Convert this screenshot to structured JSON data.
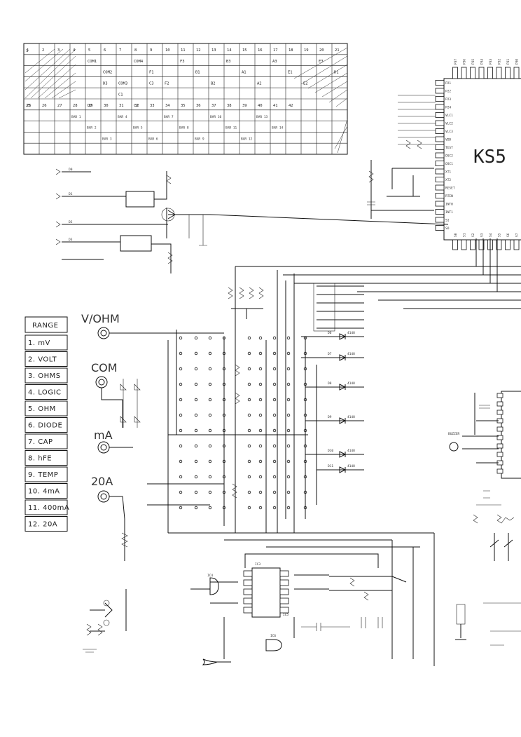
{
  "sheet": {
    "lcd_table": {
      "row1": [
        "1",
        "2",
        "3",
        "4",
        "5",
        "6",
        "7",
        "8",
        "9",
        "10",
        "11",
        "12",
        "13",
        "14",
        "15",
        "16",
        "17",
        "18",
        "19",
        "20",
        "21"
      ],
      "row2": [
        "25",
        "26",
        "27",
        "28",
        "29",
        "30",
        "31",
        "32",
        "33",
        "34",
        "35",
        "36",
        "37",
        "38",
        "39",
        "40",
        "41",
        "42"
      ],
      "cells_mid": [
        "COM1",
        "COM2",
        "COM3",
        "COM4",
        "F1",
        "F2",
        "F3",
        "B1",
        "B2",
        "B3",
        "A1",
        "A2",
        "A3",
        "E1",
        "E2",
        "E3",
        "D1",
        "D2",
        "D3",
        "C1",
        "C2",
        "C3"
      ],
      "cells_low": [
        "BAR 1",
        "BAR 2",
        "BAR 3",
        "BAR 4",
        "BAR 5",
        "BAR 6",
        "BAR 7",
        "BAR 8",
        "BAR 9",
        "BAR 10",
        "BAR 11",
        "BAR 12",
        "BAR 13",
        "BAR 14"
      ]
    },
    "chip_label": "KS5",
    "chip_left_pins": [
      "P21",
      "P22",
      "P23",
      "P24",
      "VLC1",
      "VLC2",
      "VLC3",
      "VDD",
      "TEST",
      "OSC2",
      "OSC1",
      "XT1",
      "XT2",
      "RESET",
      "RTEN",
      "INT0",
      "INT1",
      "SI",
      "SO"
    ],
    "chip_top_pins": [
      "P37",
      "P36",
      "P35",
      "P34",
      "P33",
      "P32",
      "P31",
      "P30"
    ],
    "chip_bottom_pins": [
      "S0",
      "S1",
      "S2",
      "S3",
      "S4",
      "S5",
      "S6",
      "S7"
    ],
    "keypad_pins": [
      "D0",
      "D1",
      "D2",
      "D3"
    ],
    "terminals": {
      "vohm": "V/OHM",
      "com": "COM",
      "ma": "mA",
      "a20": "20A"
    },
    "range_table": {
      "header": "RANGE",
      "rows": [
        "1.  mV",
        "2.  VOLT",
        "3.  OHMS",
        "4. LOGIC",
        "5.  OHM",
        "6.  DIODE",
        "7.  CAP",
        "8.  hFE",
        "9.  TEMP",
        "10.  4mA",
        "11.  400mA",
        "12.  20A"
      ]
    },
    "diodes": [
      "D6",
      "D7",
      "D8",
      "D9",
      "D10",
      "D11"
    ],
    "diode_part": "4148",
    "buzzer": "BUZZER",
    "ics": [
      "IC3",
      "IC4",
      "IC5",
      "IC6"
    ]
  }
}
